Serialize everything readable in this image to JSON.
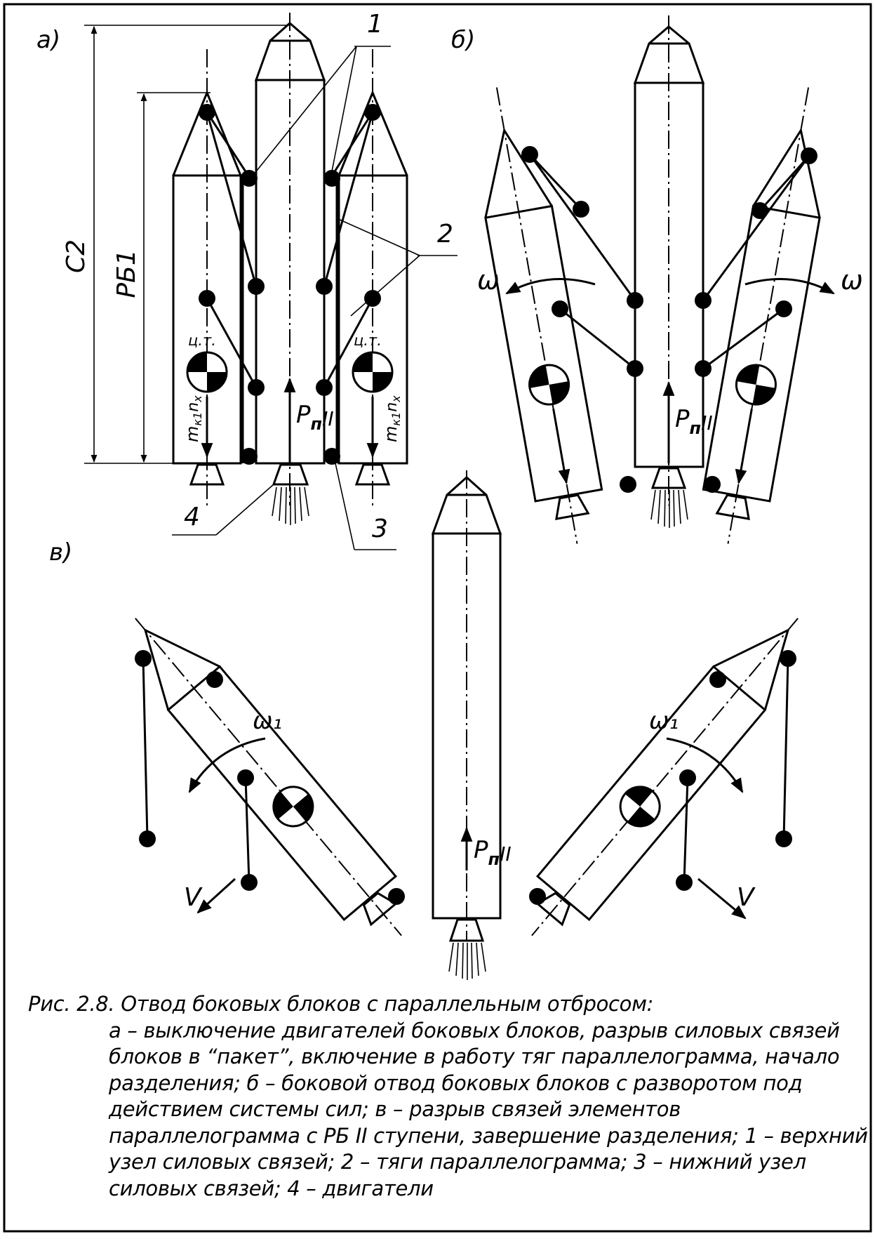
{
  "panels": {
    "a": "а)",
    "b": "б)",
    "c": "в)"
  },
  "dimensions": {
    "c2": "С2",
    "rb1": "РБ1"
  },
  "callouts": {
    "n1": "1",
    "n2": "2",
    "n3": "3",
    "n4": "4"
  },
  "labels": {
    "cg": "ц.т.",
    "mass_force": "m",
    "mass_force_sub": "к1",
    "mass_force_n": "n",
    "mass_force_x": "x",
    "thrust_P": "P",
    "thrust_sub": "п",
    "thrust_mark": "II",
    "omega": "ω",
    "omega1": "ω₁",
    "velocity": "V"
  },
  "caption": {
    "title": "Рис. 2.8. Отвод боковых блоков с параллельным отбросом:",
    "body": "а – выключение двигателей боковых блоков, разрыв силовых связей блоков в “пакет”, включение в работу тяг параллелограмма, начало разделения; б – боковой отвод боковых блоков с разворотом под действием системы сил; в – разрыв связей элементов параллелограмма с РБ II ступени, завершение разделения; 1 – верхний узел силовых связей; 2 – тяги параллелограмма; 3 – нижний узел силовых связей; 4 – двигатели"
  },
  "colors": {
    "ink": "#000000",
    "paper": "#ffffff"
  }
}
